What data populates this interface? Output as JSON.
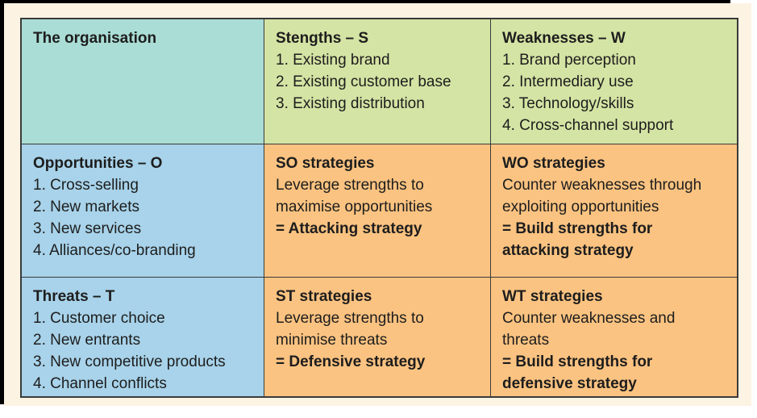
{
  "figure_type": "swot-tows-matrix",
  "colors": {
    "organisation_cell_bg": "#aaddd5",
    "strength_weakness_bg": "#d4e4a4",
    "opportunity_threat_bg": "#a8d3ea",
    "strategy_bg": "#fbc381",
    "page_bg": "#fdf3e3",
    "grid_border": "#3a3a3a",
    "frame": "#000000",
    "text": "#1d1d1d"
  },
  "matrix": {
    "rows": [
      {
        "cells": [
          {
            "heading": "The organisation",
            "lines": []
          },
          {
            "heading": "Stengths – S",
            "lines": [
              "1. Existing brand",
              "2. Existing customer base",
              "3. Existing distribution"
            ]
          },
          {
            "heading": "Weaknesses – W",
            "lines": [
              "1. Brand perception",
              "2. Intermediary use",
              "3. Technology/skills",
              "4. Cross-channel support"
            ]
          }
        ]
      },
      {
        "cells": [
          {
            "heading": "Opportunities – O",
            "lines": [
              "1. Cross-selling",
              "2. New markets",
              "3. New services",
              "4. Alliances/co-branding"
            ]
          },
          {
            "heading": "SO strategies",
            "lines": [
              "Leverage strengths to",
              "maximise opportunities",
              "= Attacking strategy"
            ]
          },
          {
            "heading": "WO strategies",
            "lines": [
              "Counter weaknesses through",
              "exploiting opportunities",
              "= Build strengths for",
              "attacking strategy"
            ]
          }
        ]
      },
      {
        "cells": [
          {
            "heading": "Threats – T",
            "lines": [
              "1. Customer choice",
              "2. New entrants",
              "3. New competitive products",
              "4. Channel conflicts"
            ]
          },
          {
            "heading": "ST strategies",
            "lines": [
              "Leverage strengths to",
              "minimise threats",
              "= Defensive strategy"
            ]
          },
          {
            "heading": "WT strategies",
            "lines": [
              "Counter weaknesses and",
              "threats",
              "= Build strengths for",
              "defensive strategy"
            ]
          }
        ]
      }
    ]
  }
}
